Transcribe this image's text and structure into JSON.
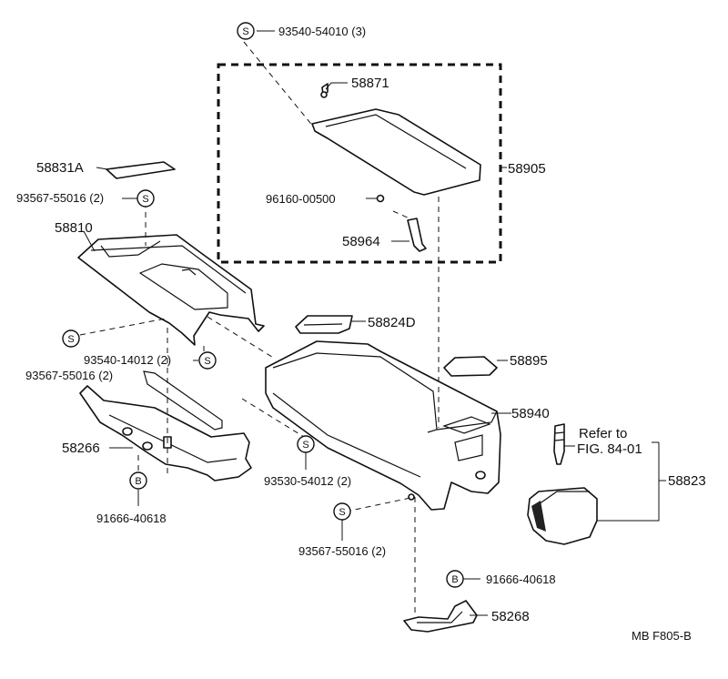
{
  "labels": {
    "p93540_54010": "93540-54010 (3)",
    "p58871": "58871",
    "p58905": "58905",
    "p96160_00500": "96160-00500",
    "p58964": "58964",
    "p58831A": "58831A",
    "p93567_55016_a": "93567-55016 (2)",
    "p58810": "58810",
    "p58824D": "58824D",
    "p93540_14012": "93540-14012 (2)",
    "p93567_55016_b": "93567-55016 (2)",
    "p58895": "58895",
    "p58940": "58940",
    "p58266": "58266",
    "refer_line1": "Refer to",
    "refer_line2": "FIG. 84-01",
    "p93530_54012": "93530-54012 (2)",
    "p58823": "58823",
    "p91666_40618_a": "91666-40618",
    "p93567_55016_c": "93567-55016 (2)",
    "p91666_40618_b": "91666-40618",
    "p58268": "58268",
    "footer": "MB  F805-B"
  },
  "badges": {
    "s": "S",
    "b": "B"
  }
}
